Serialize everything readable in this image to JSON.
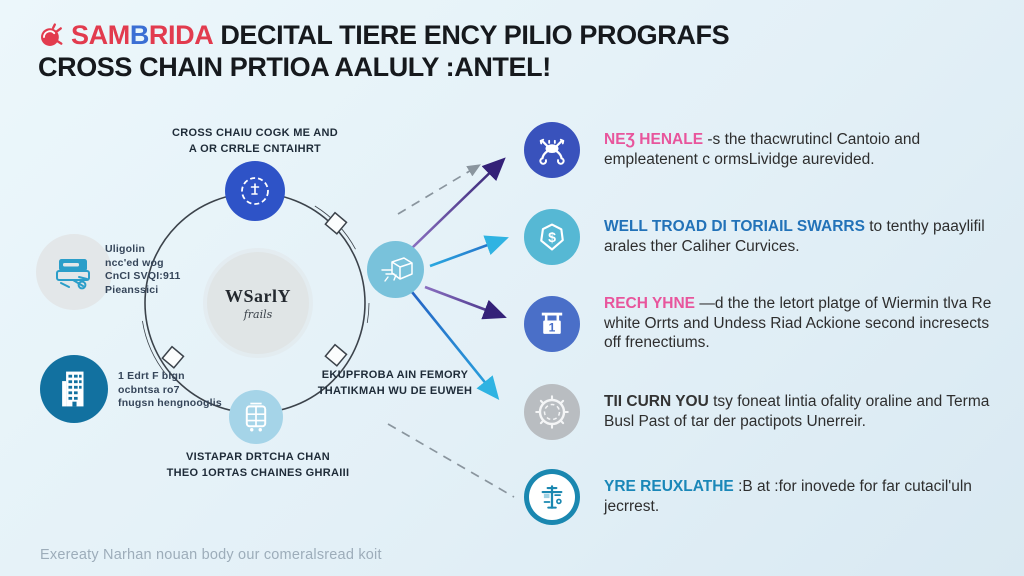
{
  "header": {
    "logo_icon": "crab-scribble-icon",
    "logo_segments": [
      {
        "text": "SAM",
        "color": "#e23b4e"
      },
      {
        "text": "B",
        "color": "#3b6fd4"
      },
      {
        "text": "RIDA",
        "color": "#e23b4e"
      }
    ],
    "title_line1_rest": "DECITAL TIERE ENCY PILIO PROGRAFS",
    "title_line2": "CROSS CHAIN PRTIOA AALULY :ANTEL!"
  },
  "diagram": {
    "ring_top_label_line1": "CROSS CHAIU COGK ME AND",
    "ring_top_label_line2": "A OR CRRLE CNTAIHRT",
    "center_title": "WSarlY",
    "center_sub": "frails",
    "ring_bottom_label_line1": "VISTAPAR DRTCHA CHAN",
    "ring_bottom_label_line2": "THEO 1ORTAS CHAINES GHRAIII",
    "mid_label_line1": "EKUPFROBA AIN FEMORY",
    "mid_label_line2": "THATIKMAH WU DE EUWEH",
    "left_items": [
      {
        "icon": "printer-machine-icon",
        "line1": "Uligolin",
        "line2": "ncc'ed wog",
        "line3": "CnCI SVQI:911",
        "line4": "Pieanssici"
      },
      {
        "icon": "building-icon",
        "line1": "1 Edrt F blgn",
        "line2": "ocbntsa ro7",
        "line3": "fnugsn hengnooglis",
        "line4": ""
      }
    ]
  },
  "right_items": [
    {
      "icon": "drone-icon",
      "icon_bg": "#3952bc",
      "heading": "NEƷ HENALE",
      "heading_color": "#e8559c",
      "body": " -s the thacwrutincl Cantoio and empleatenent c ormsLividge aurevided."
    },
    {
      "icon": "dollar-hexagon-icon",
      "icon_bg": "#56b8d4",
      "heading": "WELL TROAD DI TORIAIL SWARRS",
      "heading_color": "#2272b8",
      "body": " to tenthy paaylifil arales ther Caliher Curvices."
    },
    {
      "icon": "sign-number-1-icon",
      "icon_bg": "#4a6fc8",
      "heading": "RECH YHNE",
      "heading_color": "#e8559c",
      "body": " —d the the letort platge of Wiermin tlva Re white Orrts and Undess Riad Ackione second incresects off frenectiums."
    },
    {
      "icon": "compass-icon",
      "icon_bg": "#b9bdc1",
      "heading": "TII CURN YOU",
      "heading_color": "#333333",
      "body": " tsy foneat lintia ofality oraline and Terma Busl Past of tar der pactipots Unerreir."
    },
    {
      "icon": "signpost-icon",
      "icon_bg": "#ffffff",
      "heading": "YRE REUXLATHE",
      "heading_color": "#1a87b8",
      "body": " :B at :for inovede for far cutacil'uln jecrrest."
    }
  ],
  "footer": {
    "text": "Exereaty Narhan nouan body our comeralsread koit"
  },
  "colors": {
    "accent_pink": "#e8559c",
    "accent_blue": "#2272b8",
    "accent_teal": "#1a87b8",
    "arrow_purple": "#342178",
    "arrow_cyan": "#2fb3e2",
    "arrow_blue": "#2563c4",
    "ring_stroke": "#3c434b",
    "dashed_gray": "#8a959e"
  }
}
